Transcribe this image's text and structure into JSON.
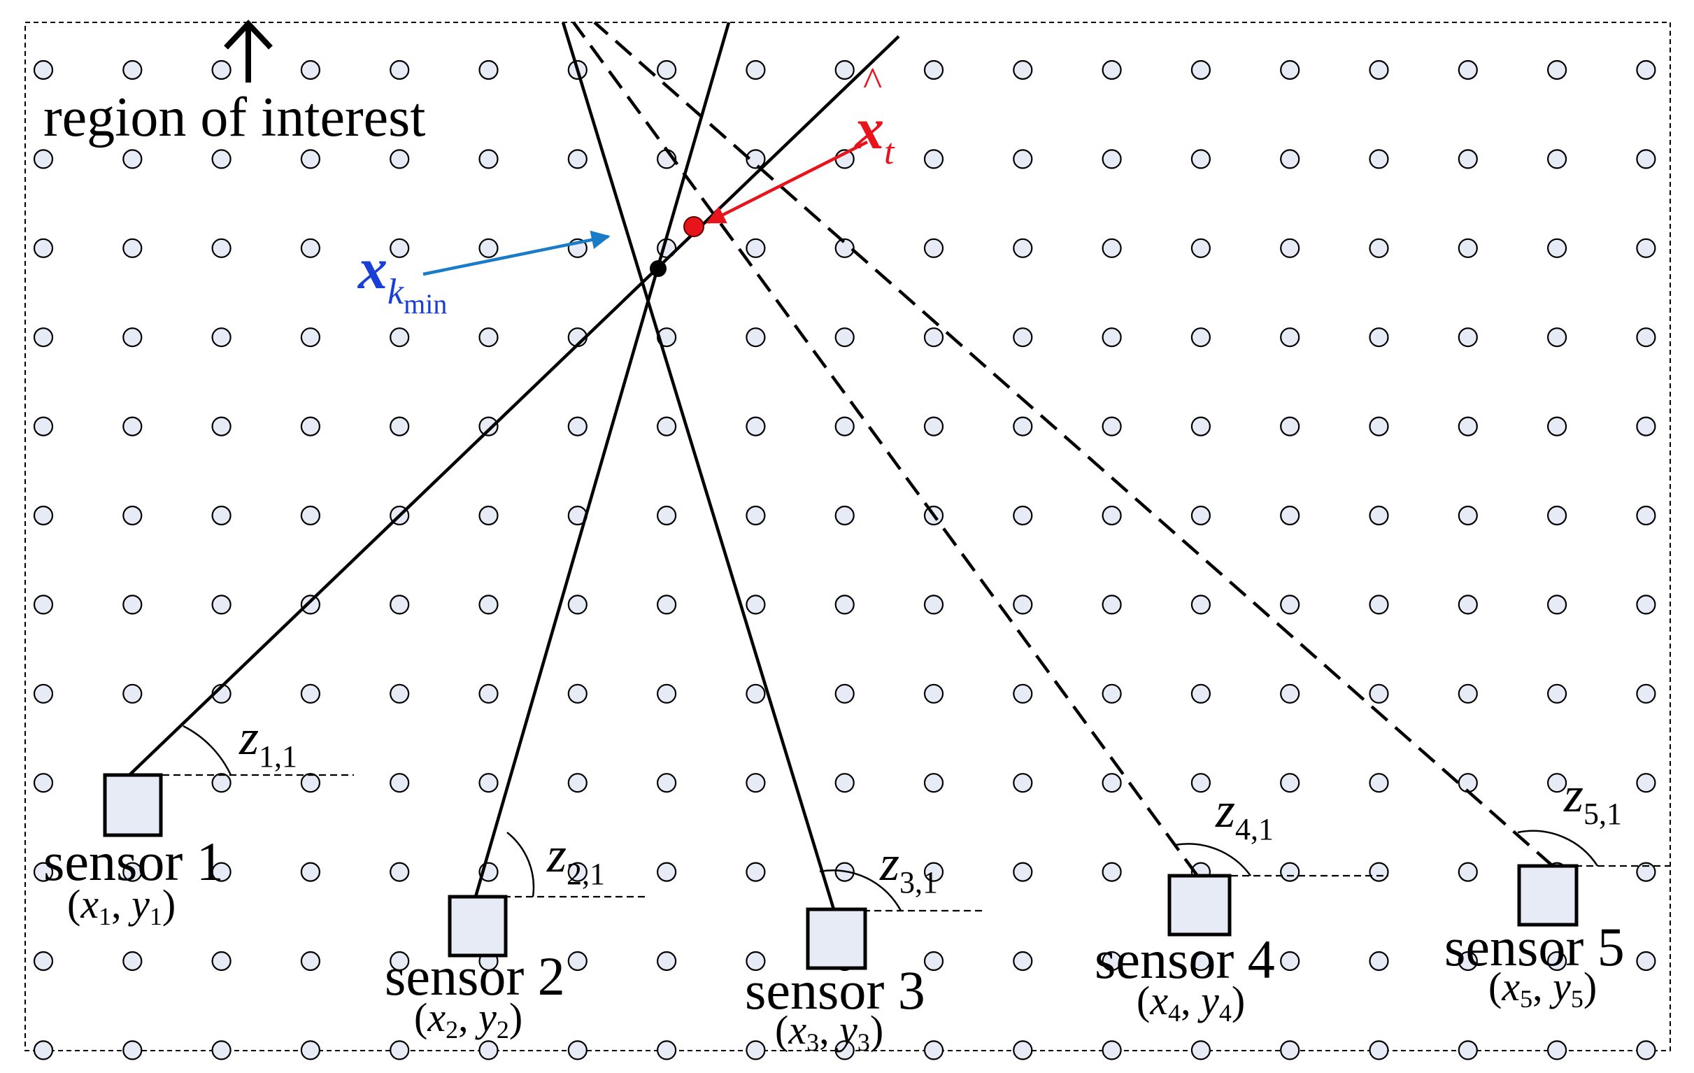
{
  "labels": {
    "region": "region of interest",
    "xk_main": "x",
    "xk_sub": "k",
    "xk_subsub": "min",
    "xt_main": "x",
    "xt_hat": "^",
    "xt_sub": "t"
  },
  "sensors": [
    {
      "name": "sensor 1",
      "cx": "x",
      "csx": "1",
      "cy": "y",
      "csy": "1",
      "angle_main": "z",
      "angle_sub": "1,1"
    },
    {
      "name": "sensor 2",
      "cx": "x",
      "csx": "2",
      "cy": "y",
      "csy": "2",
      "angle_main": "z",
      "angle_sub": "2,1"
    },
    {
      "name": "sensor 3",
      "cx": "x",
      "csx": "3",
      "cy": "y",
      "csy": "3",
      "angle_main": "z",
      "angle_sub": "3,1"
    },
    {
      "name": "sensor 4",
      "cx": "x",
      "csx": "4",
      "cy": "y",
      "csy": "4",
      "angle_main": "z",
      "angle_sub": "4,1"
    },
    {
      "name": "sensor 5",
      "cx": "x",
      "csx": "5",
      "cy": "y",
      "csy": "5",
      "angle_main": "z",
      "angle_sub": "5,1"
    }
  ],
  "colors": {
    "estimate": "#e8141c",
    "estimate_arrow": "#e8141c",
    "grid_label": "#1a3fd6",
    "grid_arrow": "#1a7cc8",
    "grid_fill": "#e6ebf5"
  },
  "icons": [
    "up-arrow-icon"
  ]
}
